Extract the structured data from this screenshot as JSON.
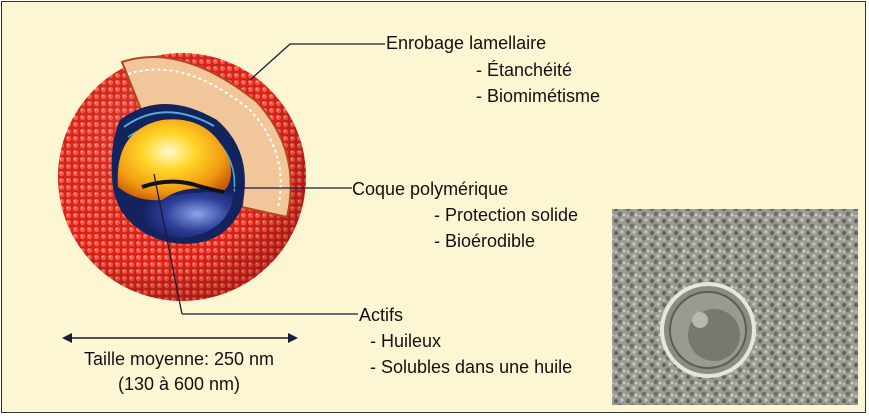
{
  "colors": {
    "background": "#fdf6d3",
    "sphere_red": "#e8322a",
    "core_yellow": "#f7c21c",
    "shell_blue": "#1a2c7a",
    "leader_line": "#1a1a3a"
  },
  "labels": {
    "enrobage": {
      "title": "Enrobage lamellaire",
      "items": [
        "- Étanchéité",
        "- Biomimétisme"
      ]
    },
    "coque": {
      "title": "Coque polymérique",
      "items": [
        "- Protection solide",
        "- Bioérodible"
      ]
    },
    "actifs": {
      "title": "Actifs",
      "items": [
        "- Huileux",
        "- Solubles dans une huile"
      ]
    }
  },
  "size": {
    "line1": "Taille moyenne: 250 nm",
    "line2": "(130 à 600 nm)"
  },
  "micrograph": {
    "icon": "electron-micrograph-image"
  }
}
